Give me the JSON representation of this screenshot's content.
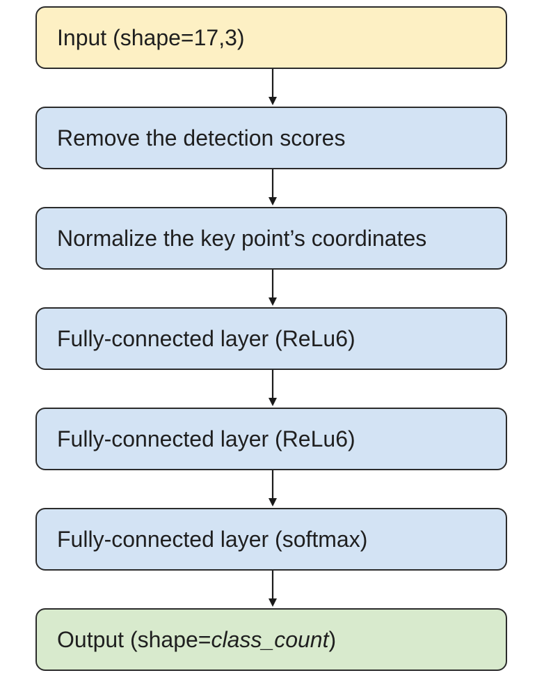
{
  "steps": [
    {
      "id": "input",
      "label": "Input (shape=17,3)"
    },
    {
      "id": "remove-scores",
      "label": "Remove the detection scores"
    },
    {
      "id": "normalize",
      "label": "Normalize the key point’s coordinates"
    },
    {
      "id": "fc1",
      "label": "Fully-connected layer (ReLu6)"
    },
    {
      "id": "fc2",
      "label": "Fully-connected layer (ReLu6)"
    },
    {
      "id": "fc3",
      "label": "Fully-connected layer (softmax)"
    },
    {
      "id": "output",
      "label_prefix": "Output (shape=",
      "label_italic": "class_count",
      "label_suffix": ")"
    }
  ],
  "colors": {
    "input_fill": "#fdf0c4",
    "process_fill": "#d3e3f4",
    "output_fill": "#d8eacd",
    "border": "#2b2b2b",
    "arrow": "#1a1a1a"
  }
}
